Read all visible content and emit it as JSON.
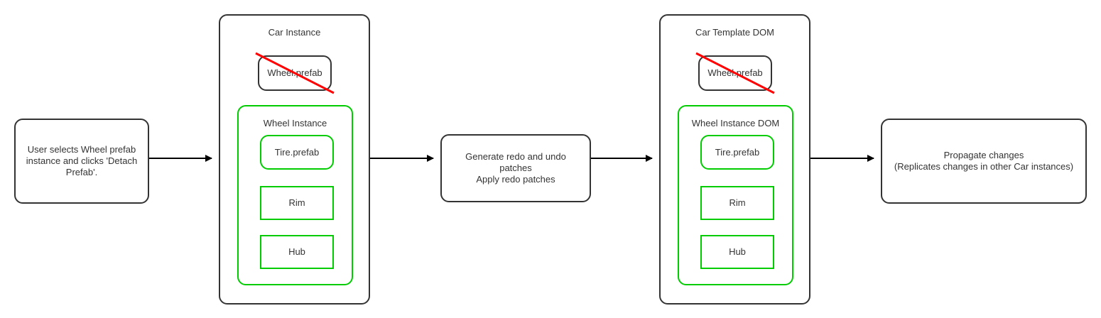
{
  "diagram": {
    "title": "Detach Prefab flow",
    "colors": {
      "outline_dark": "#333333",
      "outline_green": "#00cc00",
      "strike_red": "#ff0000",
      "arrow_black": "#000000",
      "background": "#ffffff"
    },
    "steps": {
      "user_action": "User selects Wheel prefab\ninstance and clicks 'Detach\nPrefab'.",
      "patches": "Generate redo and undo patches\nApply redo patches",
      "propagate": "Propagate changes\n(Replicates changes in other Car instances)"
    },
    "car_instance": {
      "title": "Car Instance",
      "detached_prefab": "Wheel.prefab",
      "wheel_group_title": "Wheel Instance",
      "parts": [
        {
          "label": "Tire.prefab",
          "shape": "rounded"
        },
        {
          "label": "Rim",
          "shape": "sharp"
        },
        {
          "label": "Hub",
          "shape": "sharp"
        }
      ]
    },
    "car_template_dom": {
      "title": "Car Template DOM",
      "detached_prefab": "Wheel.prefab",
      "wheel_group_title": "Wheel Instance DOM",
      "parts": [
        {
          "label": "Tire.prefab",
          "shape": "rounded"
        },
        {
          "label": "Rim",
          "shape": "sharp"
        },
        {
          "label": "Hub",
          "shape": "sharp"
        }
      ]
    }
  }
}
